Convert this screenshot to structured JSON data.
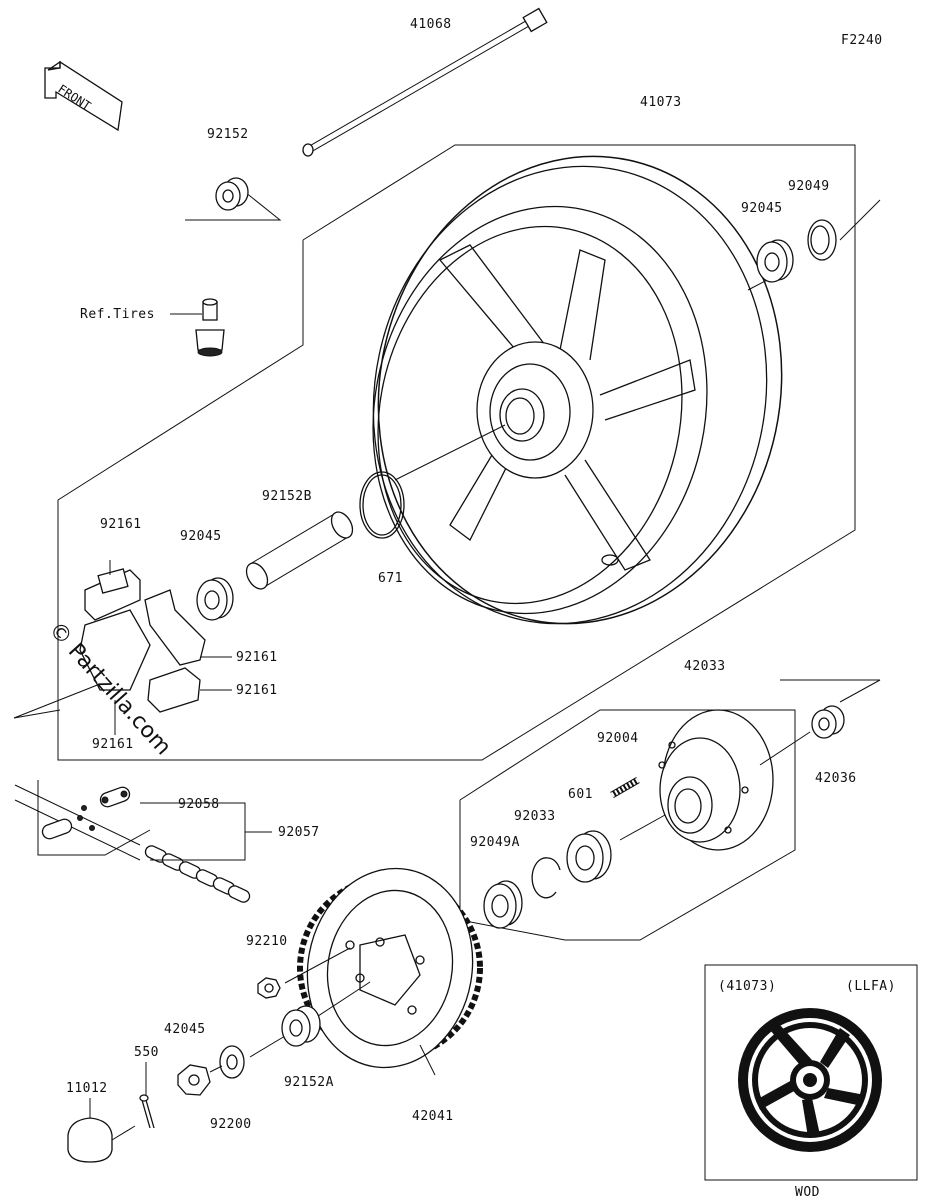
{
  "figure_code": "F2240",
  "front_label": "FRONT",
  "ref_tires": "Ref.Tires",
  "watermark": "© Partzilla.com",
  "inset": {
    "ref": "(41073)",
    "variant": "(LLFA)",
    "color": "WOD"
  },
  "parts": [
    {
      "id": "p41068",
      "num": "41068"
    },
    {
      "id": "p92152",
      "num": "92152"
    },
    {
      "id": "p41073",
      "num": "41073"
    },
    {
      "id": "p92049",
      "num": "92049"
    },
    {
      "id": "p92045a",
      "num": "92045"
    },
    {
      "id": "p92152b",
      "num": "92152B"
    },
    {
      "id": "p671",
      "num": "671"
    },
    {
      "id": "p92161a",
      "num": "92161"
    },
    {
      "id": "p92045b",
      "num": "92045"
    },
    {
      "id": "p92161b",
      "num": "92161"
    },
    {
      "id": "p92161c",
      "num": "92161"
    },
    {
      "id": "p92161d",
      "num": "92161"
    },
    {
      "id": "p42033",
      "num": "42033"
    },
    {
      "id": "p92004",
      "num": "92004"
    },
    {
      "id": "p42036",
      "num": "42036"
    },
    {
      "id": "p92058",
      "num": "92058"
    },
    {
      "id": "p92057",
      "num": "92057"
    },
    {
      "id": "p601",
      "num": "601"
    },
    {
      "id": "p92033",
      "num": "92033"
    },
    {
      "id": "p92049a",
      "num": "92049A"
    },
    {
      "id": "p92210",
      "num": "92210"
    },
    {
      "id": "p42045",
      "num": "42045"
    },
    {
      "id": "p550",
      "num": "550"
    },
    {
      "id": "p11012",
      "num": "11012"
    },
    {
      "id": "p92200",
      "num": "92200"
    },
    {
      "id": "p92152a",
      "num": "92152A"
    },
    {
      "id": "p42041",
      "num": "42041"
    }
  ]
}
